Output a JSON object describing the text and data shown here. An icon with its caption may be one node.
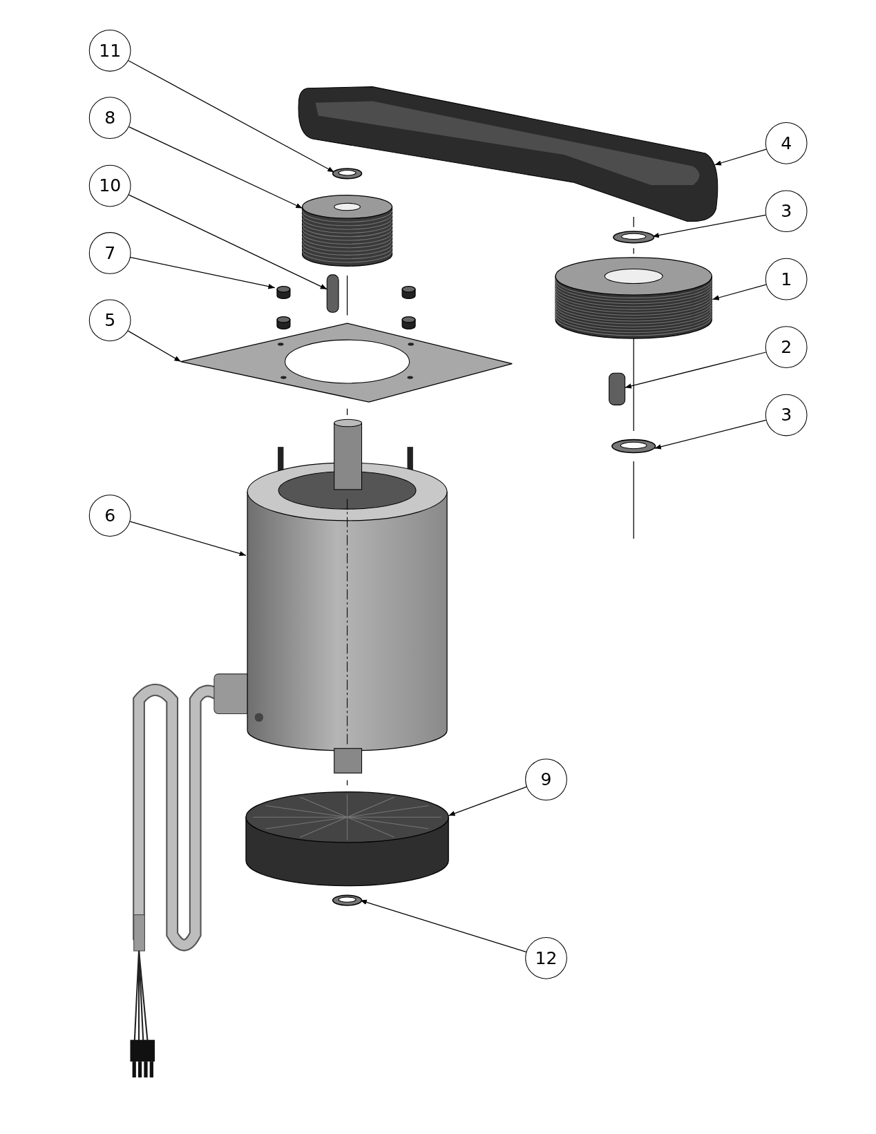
{
  "diagram": {
    "nodes": [
      {
        "text": [
          "11"
        ]
      },
      {
        "text": [
          "8"
        ]
      },
      {
        "text": [
          "10"
        ]
      },
      {
        "text": [
          "7"
        ]
      },
      {
        "text": [
          "5"
        ]
      },
      {
        "text": [
          "6"
        ]
      },
      {
        "text": [
          "4"
        ]
      },
      {
        "text": [
          "3"
        ]
      },
      {
        "text": [
          "1"
        ]
      },
      {
        "text": [
          "2"
        ]
      },
      {
        "text": [
          "3"
        ]
      },
      {
        "text": [
          "9"
        ]
      },
      {
        "text": [
          "12"
        ]
      },
      {
        "text": [],
        "shape": "picture"
      },
      {
        "text": [],
        "shape": "picture"
      },
      {
        "text": [],
        "shape": "box"
      },
      {
        "text": [],
        "shape": "cylinder"
      },
      {
        "text": [],
        "shape": "picture"
      },
      {
        "text": [],
        "shape": "picture"
      },
      {
        "text": [],
        "shape": "picture"
      },
      {
        "text": [],
        "shape": "picture"
      },
      {
        "text": [],
        "shape": "picture"
      },
      {
        "text": [],
        "shape": "box"
      },
      {
        "text": [],
        "shape": "picture"
      },
      {
        "text": [],
        "shape": "picture"
      },
      {
        "text": [],
        "shape": "picture"
      }
    ],
    "edges": [
      {
        "from": 0,
        "to": 13,
        "arrow": "to"
      },
      {
        "from": 1,
        "to": 14,
        "arrow": "to"
      },
      {
        "from": 2,
        "to": 15,
        "arrow": "to"
      },
      {
        "from": 3,
        "to": 16,
        "arrow": "to"
      },
      {
        "from": 4,
        "to": 17,
        "arrow": "to"
      },
      {
        "from": 5,
        "to": 18,
        "arrow": "to"
      },
      {
        "from": 6,
        "to": 19,
        "arrow": "to"
      },
      {
        "from": 7,
        "to": 20,
        "arrow": "to"
      },
      {
        "from": 8,
        "to": 21,
        "arrow": "to"
      },
      {
        "from": 9,
        "to": 22,
        "arrow": "to"
      },
      {
        "from": 10,
        "to": 23,
        "arrow": "to"
      },
      {
        "from": 11,
        "to": 24,
        "arrow": "to"
      },
      {
        "from": 12,
        "to": 25,
        "arrow": "to"
      }
    ]
  }
}
